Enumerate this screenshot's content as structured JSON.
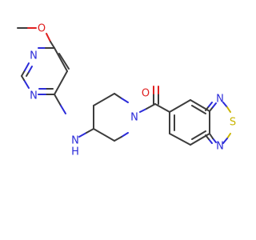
{
  "molecule": {
    "atoms": {
      "methoxy_o": {
        "label": "O",
        "element": "O"
      },
      "pyrimidine_n1": {
        "label": "N",
        "element": "N"
      },
      "pyrimidine_n3": {
        "label": "N",
        "element": "N"
      },
      "amine_nh": {
        "label": "N",
        "element": "N",
        "h_label": "H"
      },
      "piperidine_n": {
        "label": "N",
        "element": "N"
      },
      "carbonyl_o": {
        "label": "O",
        "element": "O"
      },
      "thiadiazole_n_top": {
        "label": "N",
        "element": "N"
      },
      "thiadiazole_s": {
        "label": "S",
        "element": "S"
      },
      "thiadiazole_n_bottom": {
        "label": "N",
        "element": "N"
      }
    }
  },
  "colors": {
    "carbon_bond": "#3c3c3c",
    "nitrogen": "#2b2bd9",
    "oxygen": "#e02020",
    "sulfur": "#c9b400",
    "background": "#ffffff"
  }
}
